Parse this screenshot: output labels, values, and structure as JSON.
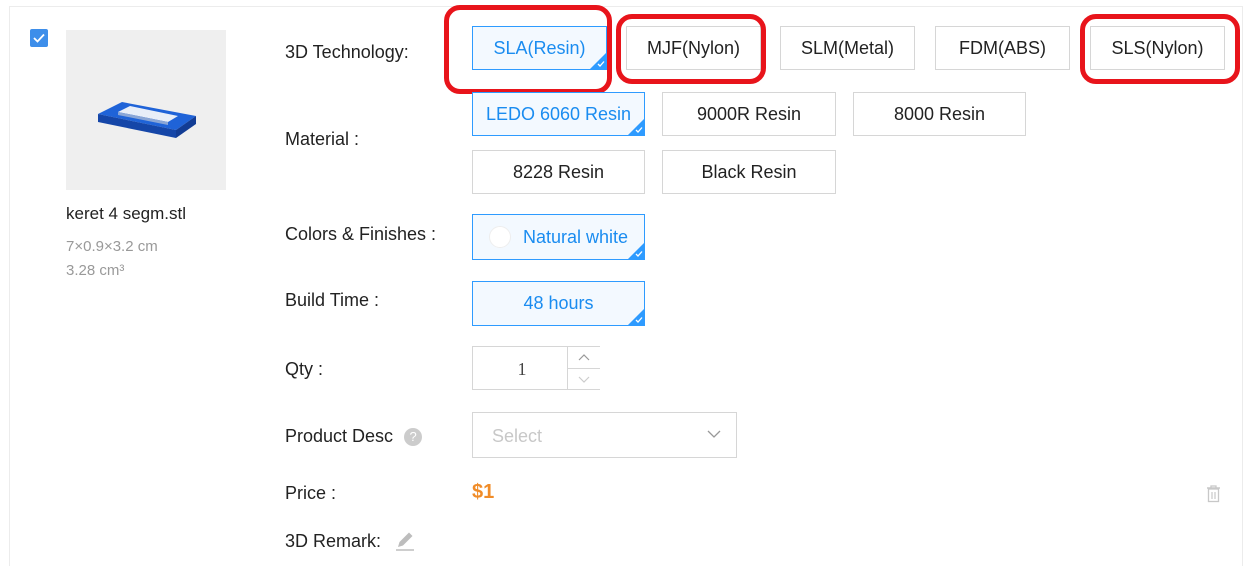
{
  "item": {
    "checked": true,
    "file_name": "keret 4 segm.stl",
    "dimensions": "7×0.9×3.2 cm",
    "volume": "3.28 cm³"
  },
  "technology": {
    "label": "3D Technology:",
    "options": [
      {
        "label": "SLA(Resin)",
        "selected": true
      },
      {
        "label": "MJF(Nylon)",
        "selected": false
      },
      {
        "label": "SLM(Metal)",
        "selected": false
      },
      {
        "label": "FDM(ABS)",
        "selected": false
      },
      {
        "label": "SLS(Nylon)",
        "selected": false
      }
    ]
  },
  "material": {
    "label": "Material :",
    "options": [
      {
        "label": "LEDO 6060 Resin",
        "selected": true
      },
      {
        "label": "9000R Resin",
        "selected": false
      },
      {
        "label": "8000 Resin",
        "selected": false
      },
      {
        "label": "8228 Resin",
        "selected": false
      },
      {
        "label": "Black Resin",
        "selected": false
      }
    ]
  },
  "colors": {
    "label": "Colors & Finishes :",
    "selected": "Natural white"
  },
  "build_time": {
    "label": "Build Time :",
    "selected": "48 hours"
  },
  "qty": {
    "label": "Qty :",
    "value": "1"
  },
  "product_desc": {
    "label": "Product Desc",
    "placeholder": "Select"
  },
  "price": {
    "label": "Price :",
    "value": "$1"
  },
  "remark": {
    "label": "3D Remark:"
  },
  "colors_accent": {
    "selected_border": "#2e9bff",
    "price": "#f08c28",
    "annotation": "#e8141b",
    "checkbox": "#3d8eea"
  }
}
